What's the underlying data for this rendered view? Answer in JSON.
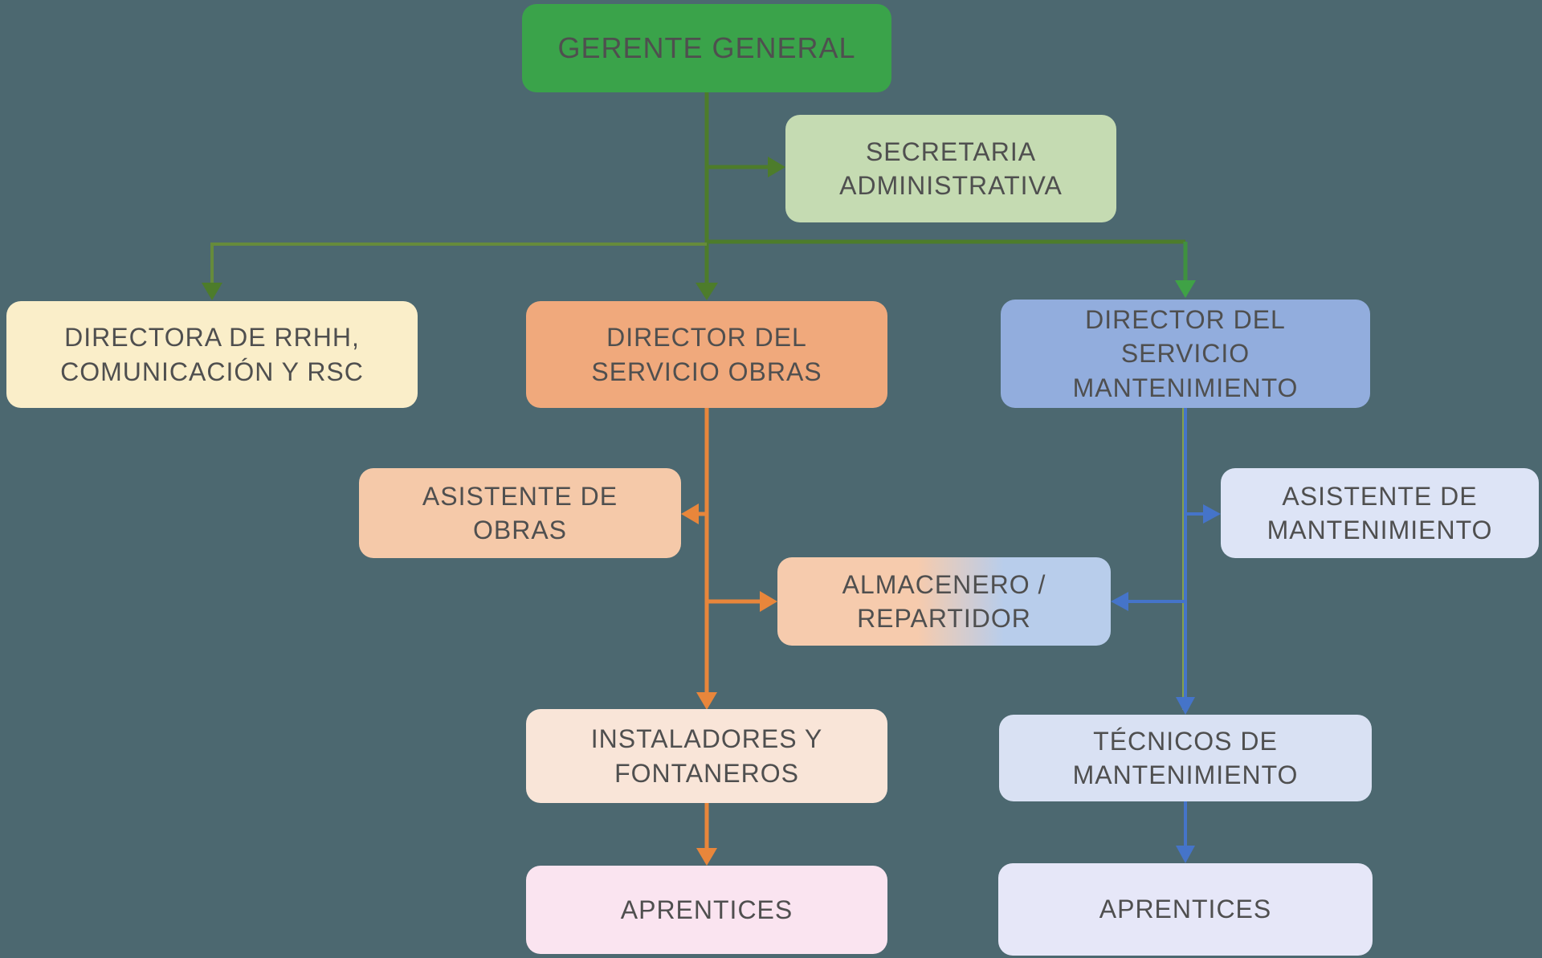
{
  "colors": {
    "background": "#4c6870",
    "text": "#4f4f4f",
    "green_main": "#4d7c2b",
    "green_left": "#668b3c",
    "green_right": "#3f9140",
    "green_bright": "#3fa246",
    "orange": "#e8863b",
    "blue": "#4574c9",
    "olive_thin": "#85a04c"
  },
  "nodes": {
    "gerente": {
      "label": "GERENTE GENERAL",
      "fill": "#3aa34a"
    },
    "secretaria": {
      "label": "SECRETARIA\nADMINISTRATIVA",
      "fill": "#c5dbb2"
    },
    "directora": {
      "label": "DIRECTORA DE RRHH,\nCOMUNICACIÓN Y RSC",
      "fill": "#faeec9"
    },
    "obras": {
      "label": "DIRECTOR DEL\nSERVICIO OBRAS",
      "fill": "#f0a97c"
    },
    "mantenimiento": {
      "label": "DIRECTOR DEL\nSERVICIO\nMANTENIMIENTO",
      "fill": "#92addd"
    },
    "asist_obras": {
      "label": "ASISTENTE DE\nOBRAS",
      "fill": "#f5c9a9"
    },
    "almacenero": {
      "label": "ALMACENERO /\nREPARTIDOR",
      "fill": "#f6cbad",
      "fill2": "#b8cdeb"
    },
    "asist_mant": {
      "label": "ASISTENTE DE\nMANTENIMIENTO",
      "fill": "#dde4f6"
    },
    "instaladores": {
      "label": "INSTALADORES Y\nFONTANEROS",
      "fill": "#f9e5d8"
    },
    "aprentices_l": {
      "label": "APRENTICES",
      "fill": "#fae4f0"
    },
    "tecnicos": {
      "label": "TÉCNICOS DE\nMANTENIMIENTO",
      "fill": "#d9e1f3"
    },
    "aprentices_r": {
      "label": "APRENTICES",
      "fill": "#e6e7f8"
    }
  }
}
